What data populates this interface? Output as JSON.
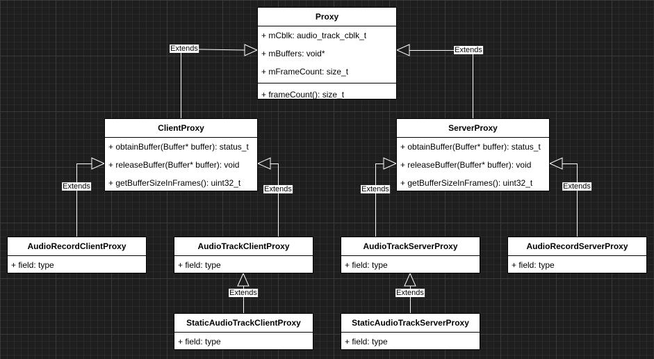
{
  "classes": {
    "proxy": {
      "name": "Proxy",
      "fields": [
        "+ mCblk: audio_track_cblk_t",
        "+ mBuffers: void*",
        "+ mFrameCount: size_t"
      ],
      "methods": [
        "+ frameCount(): size_t"
      ]
    },
    "client_proxy": {
      "name": "ClientProxy",
      "fields": [
        "+ obtainBuffer(Buffer* buffer): status_t",
        "+ releaseBuffer(Buffer* buffer): void",
        "+ getBufferSizeInFrames(): uint32_t"
      ]
    },
    "server_proxy": {
      "name": "ServerProxy",
      "fields": [
        "+ obtainBuffer(Buffer* buffer): status_t",
        "+ releaseBuffer(Buffer* buffer): void",
        "+ getBufferSizeInFrames(): uint32_t"
      ]
    },
    "audio_record_client_proxy": {
      "name": "AudioRecordClientProxy",
      "fields": [
        "+ field: type"
      ]
    },
    "audio_track_client_proxy": {
      "name": "AudioTrackClientProxy",
      "fields": [
        "+ field: type"
      ]
    },
    "audio_track_server_proxy": {
      "name": "AudioTrackServerProxy",
      "fields": [
        "+ field: type"
      ]
    },
    "audio_record_server_proxy": {
      "name": "AudioRecordServerProxy",
      "fields": [
        "+ field: type"
      ]
    },
    "static_audio_track_client_proxy": {
      "name": "StaticAudioTrackClientProxy",
      "fields": [
        "+ field: type"
      ]
    },
    "static_audio_track_server_proxy": {
      "name": "StaticAudioTrackServerProxy",
      "fields": [
        "+ field: type"
      ]
    }
  },
  "edges": {
    "client_to_proxy": "Extends",
    "server_to_proxy": "Extends",
    "record_client_to_client": "Extends",
    "track_client_to_client": "Extends",
    "track_server_to_server": "Extends",
    "record_server_to_server": "Extends",
    "static_client_to_track_client": "Extends",
    "static_server_to_track_server": "Extends"
  },
  "colors": {
    "background": "#1e1e1e",
    "box_fill": "#ffffff",
    "stroke": "#000000",
    "edge": "#ffffff"
  }
}
